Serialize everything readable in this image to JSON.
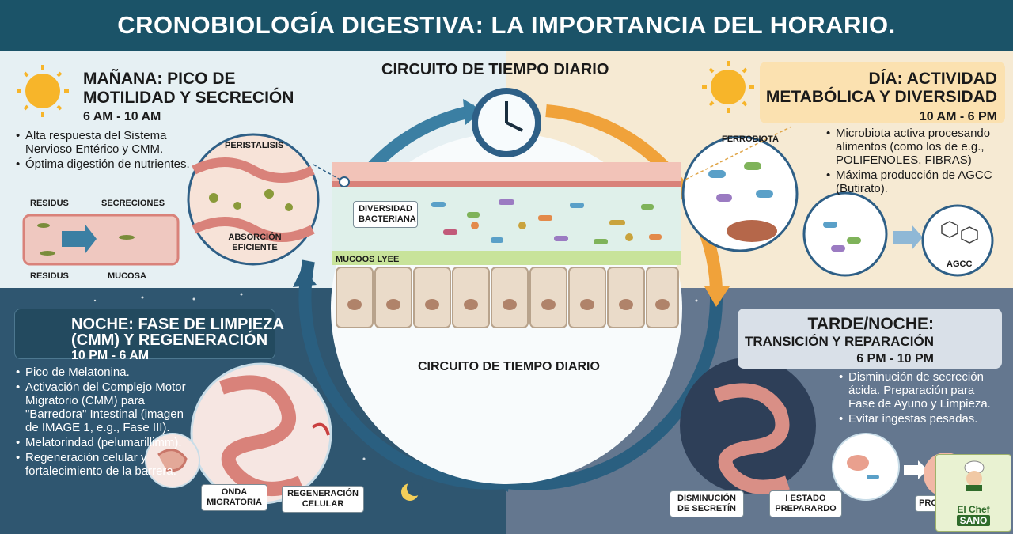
{
  "title": "CRONOBIOLOGÍA DIGESTIVA: LA IMPORTANCIA DEL HORARIO.",
  "center": {
    "top_label": "CIRCUITO DE TIEMPO DIARIO",
    "bottom_label": "CIRCUITO DE TIEMPO DIARIO",
    "diversity_label": "DIVERSIDAD BACTERIANA",
    "mucus_label": "MUCOOS LYEE"
  },
  "morning": {
    "title_line1": "MAÑANA: PICO DE",
    "title_line2": "MOTILIDAD Y SECRECIÓN",
    "time": "6 AM - 10 AM",
    "bullets": [
      "Alta respuesta del Sistema Nervioso Entérico y CMM.",
      "Óptima digestión de nutrientes."
    ],
    "peristalsis_label": "PERISTALISIS",
    "absorption_label": "ABSORCIÓN EFICIENTE",
    "residus_top": "RESIDUS",
    "secretions": "SECRECIONES",
    "residus_bottom": "RESIDUS",
    "mucosa": "MUCOSA"
  },
  "day": {
    "title_line1": "DÍA: ACTIVIDAD",
    "title_line2": "METABÓLICA Y DIVERSIDAD",
    "time": "10 AM - 6 PM",
    "bullets": [
      "Microbiota activa procesando alimentos (como los de e.g., POLIFENOLES, FIBRAS)",
      "Máxima producción de AGCC (Butirato)."
    ],
    "ferrobiota": "FERROBIOTA",
    "agcc": "AGCC"
  },
  "night": {
    "title_line1": "NOCHE: FASE DE LIMPIEZA",
    "title_line2": "(CMM) Y REGENERACIÓN",
    "time": "10 PM - 6 AM",
    "bullets": [
      "Pico de Melatonina.",
      "Activación del Complejo Motor Migratorio (CMM) para \"Barredora\" Intestinal (imagen de IMAGE 1, e.g., Fase III).",
      "Melatorindad (pelumarillimm).",
      "Regeneración celular y fortalecimiento de la barrera."
    ],
    "wave_label": "ONDA MIGRATORIA",
    "regen_label": "REGENERACIÓN CELULAR"
  },
  "evening": {
    "title_line1": "TARDE/NOCHE:",
    "title_line2": "TRANSICIÓN Y REPARACIÓN",
    "time": "6 PM - 10 PM",
    "bullets": [
      "Disminución de secreción ácida. Preparación para Fase de Ayuno y Limpieza.",
      "Evitar ingestas pesadas."
    ],
    "secretin_label": "DISMINUCIÓN DE SECRETÍN",
    "state_label": "I ESTADO PREPARARDO",
    "pro_label": "PRO"
  },
  "logo": {
    "line1": "El Chef",
    "line2": "SANO"
  },
  "colors": {
    "title_bar": "#1b5368",
    "morning_bg": "#e6f0f3",
    "day_bg": "#f6ead3",
    "night_bg": "#2f5670",
    "evening_bg": "#64778f",
    "cycle_blue": "#3b7fa3",
    "cycle_orange": "#f0a23a"
  },
  "icons": [
    "sun-icon",
    "moon-icon",
    "clock-icon",
    "sunset-icon",
    "chef-icon"
  ]
}
